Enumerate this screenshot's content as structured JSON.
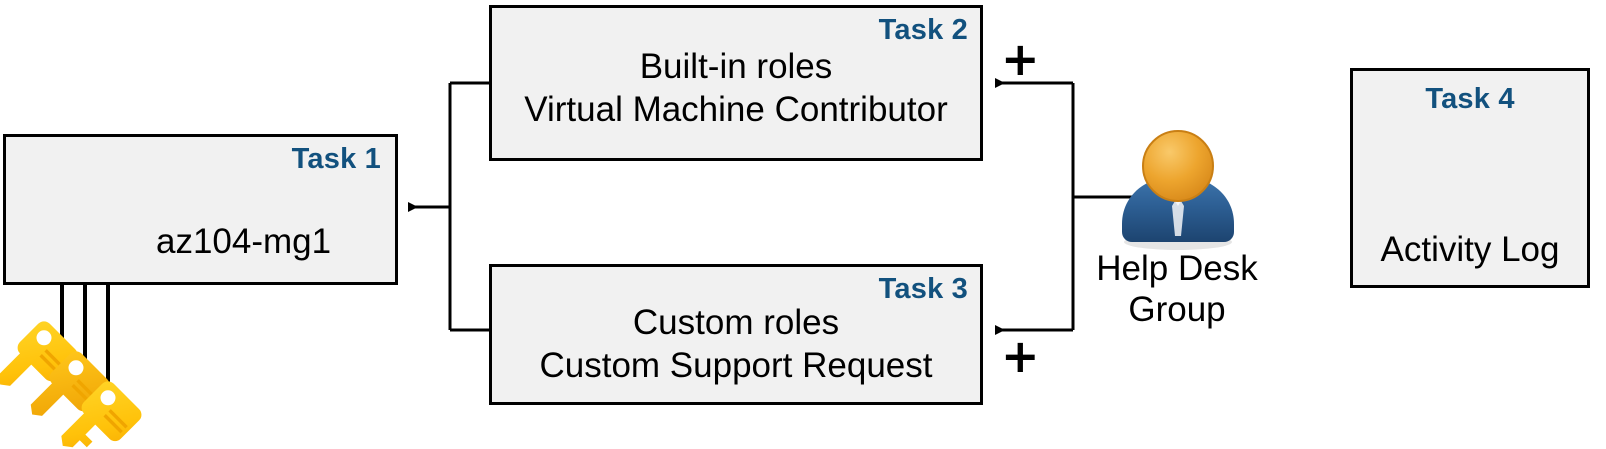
{
  "diagram": {
    "title": "Azure RBAC task diagram",
    "accent_color": "#12517e",
    "box_fill": "#f1f1f1",
    "box_border": "#000000",
    "background": "#ffffff"
  },
  "task1": {
    "label": "Task 1",
    "text": "az104-mg1",
    "icon": "management-group-icon"
  },
  "task2": {
    "label": "Task 2",
    "line1": "Built-in roles",
    "line2": "Virtual Machine Contributor"
  },
  "task3": {
    "label": "Task 3",
    "line1": "Custom roles",
    "line2": "Custom Support Request"
  },
  "task4": {
    "label": "Task 4",
    "text": "Activity Log",
    "icon": "gauge-icon"
  },
  "helpdesk": {
    "line1": "Help Desk",
    "line2": "Group",
    "icon": "user-group-icon"
  },
  "connectors": {
    "plus_top": "+",
    "plus_bottom": "+"
  },
  "keys": {
    "icon": "keys-icon",
    "count": 3
  }
}
